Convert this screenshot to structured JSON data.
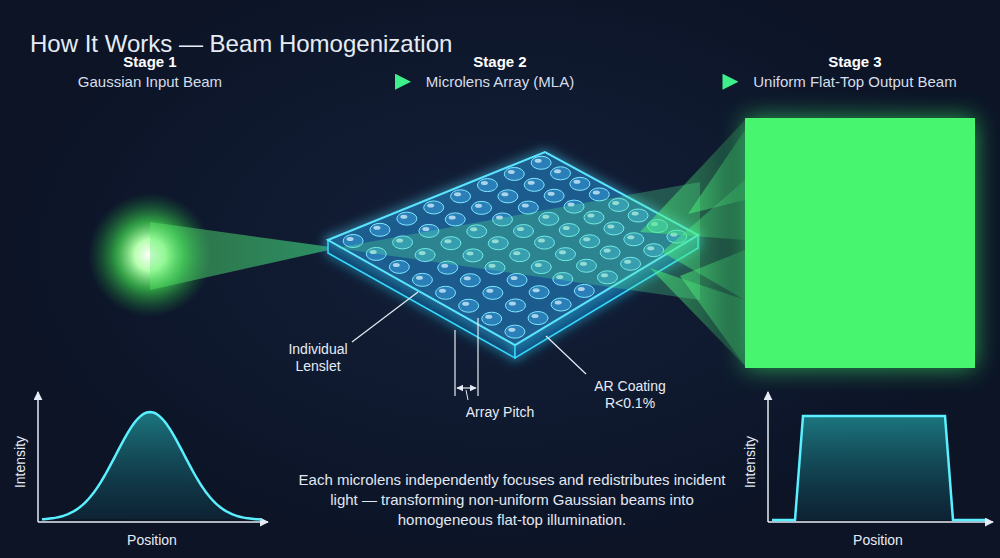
{
  "diagram": {
    "title": "How It Works — Beam Homogenization",
    "caption": "Each microlens independently focuses and redistributes incident light — transforming non-uniform Gaussian beams into homogeneous flat-top illumination.",
    "nodes": [
      {
        "text": [
          "Stage 1",
          "Gaussian Input Beam"
        ]
      },
      {
        "text": [
          "Stage 2",
          "Microlens Array (MLA)"
        ]
      },
      {
        "text": [
          "Stage 3",
          "Uniform Flat-Top Output Beam"
        ]
      }
    ],
    "edges": [
      {
        "from": 0,
        "to": 1,
        "arrow": "to"
      },
      {
        "from": 1,
        "to": 2,
        "arrow": "to"
      }
    ],
    "labels": [
      "Individual Lenslet",
      "Array Pitch",
      "AR Coating R<0.1%",
      "Intensity",
      "Position",
      "Intensity",
      "Position"
    ]
  }
}
